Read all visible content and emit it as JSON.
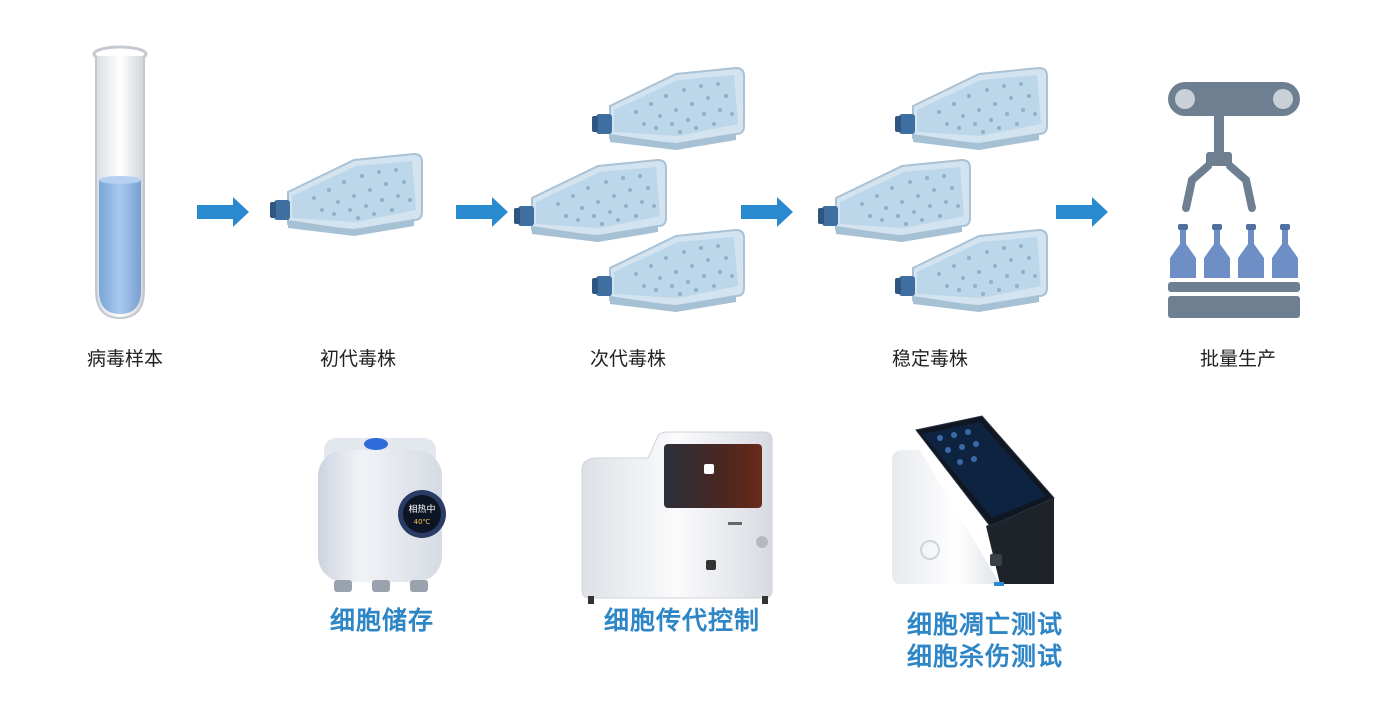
{
  "process": {
    "stages": [
      {
        "label": "病毒样本"
      },
      {
        "label": "初代毒株"
      },
      {
        "label": "次代毒株"
      },
      {
        "label": "稳定毒株"
      },
      {
        "label": "批量生产"
      }
    ]
  },
  "devices": [
    {
      "label": "细胞储存",
      "screen_text": "相热中",
      "screen_value": "40℃"
    },
    {
      "label": "细胞传代控制"
    },
    {
      "label_line1": "细胞凋亡测试",
      "label_line2": "细胞杀伤测试"
    }
  ],
  "colors": {
    "arrow": "#2a8ad0",
    "flask_fill": "#bcd7ea",
    "flask_cap": "#3f6fa0",
    "liquid": "#8fb8e4",
    "machine_grey": "#6f7f92",
    "bottle": "#6e8fc6",
    "device_label": "#2f86c6"
  }
}
